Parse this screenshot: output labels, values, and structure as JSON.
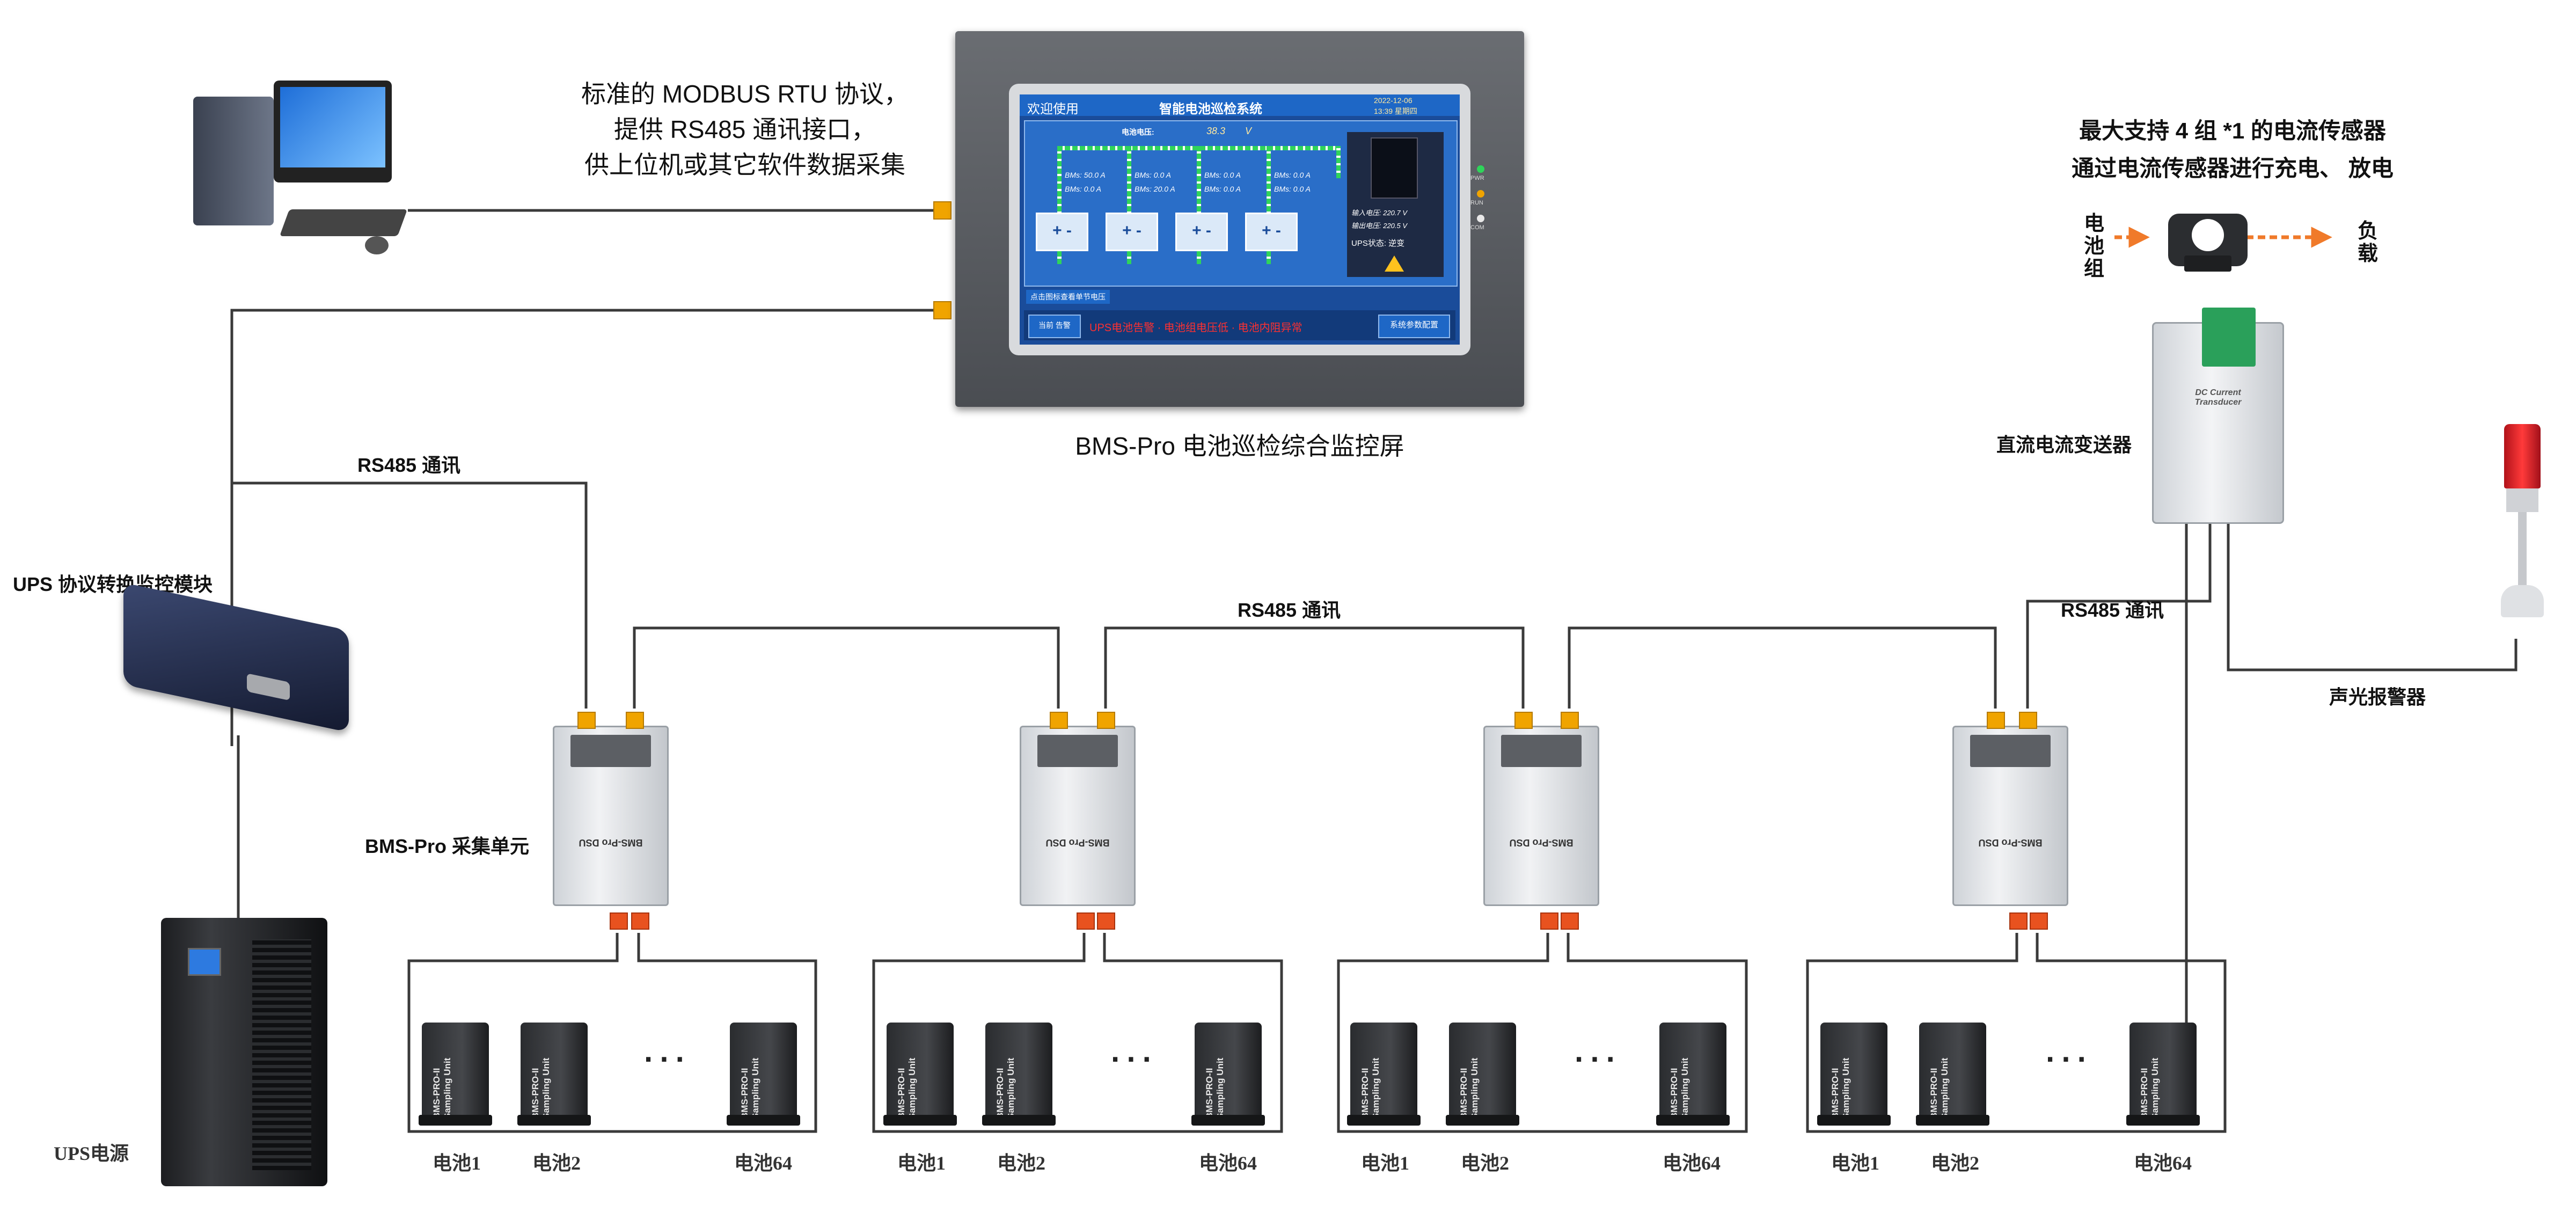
{
  "protocol_note": {
    "line1": "标准的 MODBUS RTU 协议，",
    "line2": "提供 RS485 通讯接口，",
    "line3": "供上位机或其它软件数据采集"
  },
  "hmi": {
    "caption": "BMS-Pro 电池巡检综合监控屏",
    "welcome": "欢迎使用",
    "system_title": "智能电池巡检系统",
    "date": "2022-12-06",
    "time": "13:39 星期四",
    "voltage_label": "电池电压:",
    "voltage_value": "38.3",
    "voltage_unit": "V",
    "groups": [
      {
        "line1": "BMs: 50.0 A",
        "line2": "BMs: 0.0 A"
      },
      {
        "line1": "BMs: 0.0 A",
        "line2": "BMs: 20.0 A"
      },
      {
        "line1": "BMs: 0.0 A",
        "line2": "BMs: 0.0 A"
      },
      {
        "line1": "BMs: 0.0 A",
        "line2": "BMs: 0.0 A"
      }
    ],
    "cell_symbol": "+ -",
    "ups_in": "输入电压: 220.7 V",
    "ups_out": "输出电压: 220.5 V",
    "ups_state": "UPS状态: 逆变",
    "bottom_note": "点击图标查看单节电压",
    "alarm_btn": "当前 告警",
    "alarm_text": "UPS电池告警 · 电池组电压低 · 电池内阻异常",
    "settings_btn": "系统参数配置",
    "leds": [
      "PWR",
      "RUN",
      "COM"
    ]
  },
  "labels": {
    "rs485_left": "RS485 通讯",
    "rs485_mid": "RS485 通讯",
    "rs485_right": "RS485 通讯",
    "ups_module": "UPS 协议转换监控模块",
    "bms_unit": "BMS-Pro 采集单元",
    "ups_power": "UPS电源",
    "current_title1": "最大支持 4 组 *1 的电流传感器",
    "current_title2": "通过电流传感器进行充电、 放电",
    "battery_group": "电池组",
    "load": "负载",
    "transmitter": "直流电流变送器",
    "alarm": "声光报警器"
  },
  "dsu_label": "BMS-Pro DSU",
  "sampler_label": "BMS-PRO-II Sampling Unit",
  "ellipsis": "···",
  "groups": [
    {
      "b1": "电池1",
      "b2": "电池2",
      "b64": "电池64"
    },
    {
      "b1": "电池1",
      "b2": "电池2",
      "b64": "电池64"
    },
    {
      "b1": "电池1",
      "b2": "电池2",
      "b64": "电池64"
    },
    {
      "b1": "电池1",
      "b2": "电池2",
      "b64": "电池64"
    }
  ],
  "transmitter_text": "DC Current Transducer",
  "colors": {
    "wire": "#3a3a3a",
    "port": "#f0a400",
    "arrow": "#f07a2a",
    "screen": "#1a4c9a"
  }
}
